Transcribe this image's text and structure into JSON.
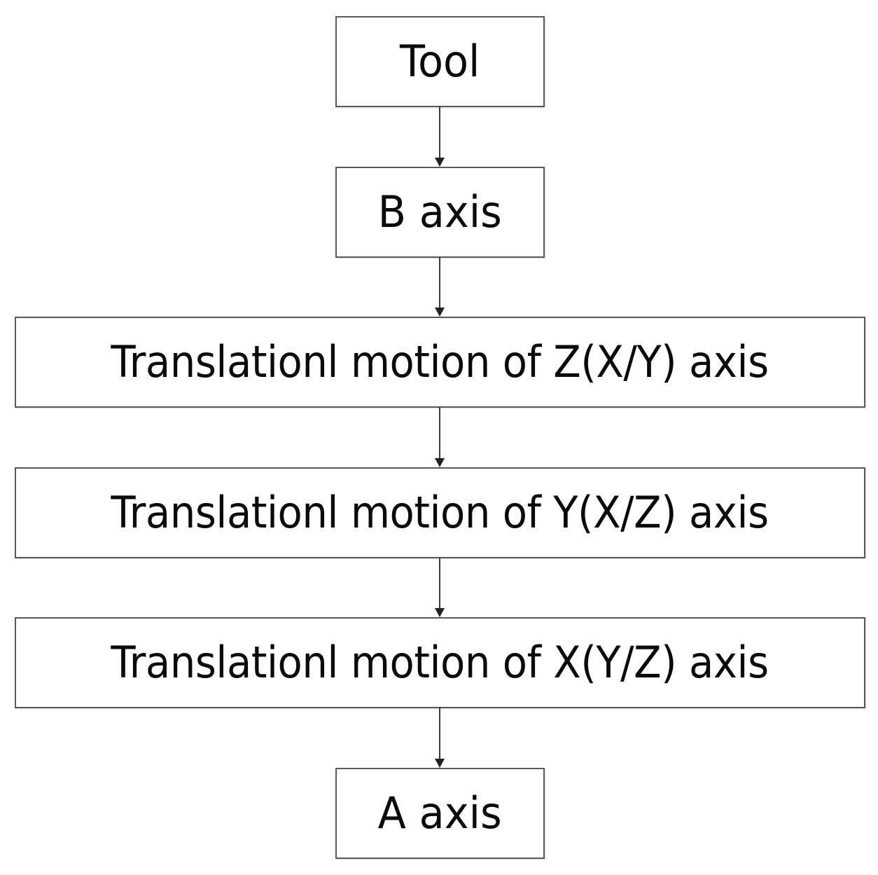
{
  "diagram": {
    "type": "flowchart",
    "direction": "top-to-bottom",
    "colors": {
      "border": "#5a5a5a",
      "text": "#0a0a0a",
      "arrow": "#222222",
      "background": "#ffffff"
    },
    "nodes": [
      {
        "id": "tool",
        "label": "Tool"
      },
      {
        "id": "b_axis",
        "label": "B axis"
      },
      {
        "id": "z_translation",
        "label": "Translationl motion of Z(X/Y) axis"
      },
      {
        "id": "y_translation",
        "label": "Translationl motion of Y(X/Z) axis"
      },
      {
        "id": "x_translation",
        "label": "Translationl motion of X(Y/Z) axis"
      },
      {
        "id": "a_axis",
        "label": "A axis"
      }
    ],
    "edges": [
      {
        "from": "tool",
        "to": "b_axis"
      },
      {
        "from": "b_axis",
        "to": "z_translation"
      },
      {
        "from": "z_translation",
        "to": "y_translation"
      },
      {
        "from": "y_translation",
        "to": "x_translation"
      },
      {
        "from": "x_translation",
        "to": "a_axis"
      }
    ]
  }
}
